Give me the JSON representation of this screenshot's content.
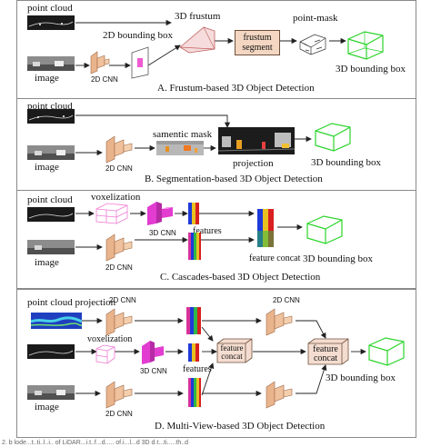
{
  "panelA": {
    "point_cloud": "point cloud",
    "frustum_3d": "3D frustum",
    "point_mask": "point-mask",
    "bbox_2d": "2D bounding box",
    "frustum_segment": "frustum segment",
    "image": "image",
    "cnn_2d": "2D CNN",
    "bbox_3d": "3D bounding box",
    "caption": "A.  Frustum-based 3D Object Detection"
  },
  "panelB": {
    "point_cloud": "point cloud",
    "semantic_mask": "samentic mask",
    "image": "image",
    "cnn_2d": "2D CNN",
    "projection": "projection",
    "bbox_3d": "3D bounding box",
    "caption": "B.  Segmentation-based 3D Object Detection"
  },
  "panelC": {
    "point_cloud": "point cloud",
    "voxelization": "voxelization",
    "cnn_3d": "3D CNN",
    "features": "features",
    "image": "image",
    "feature_concat": "feature concat",
    "cnn_2d": "2D CNN",
    "bbox_3d": "3D bounding box",
    "caption": "C.  Cascades-based 3D Object Detection"
  },
  "panelD": {
    "pc_projection": "point cloud projection",
    "cnn_2d_a": "2D CNN",
    "cnn_2d_b": "2D CNN",
    "voxelization": "voxelization",
    "cnn_3d": "3D CNN",
    "features": "features",
    "feature_concat_a": "feature concat",
    "feature_concat_b": "feature concat",
    "image": "image",
    "cnn_2d_c": "2D CNN",
    "bbox_3d": "3D bounding box",
    "caption": "D.  Multi-View-based 3D Object Detection"
  },
  "footer": "2. b lode...t..ti..l..i.. of LiDAR...i.t..f...d..... of.i...l...d 3D d.t...ti.....th..d"
}
